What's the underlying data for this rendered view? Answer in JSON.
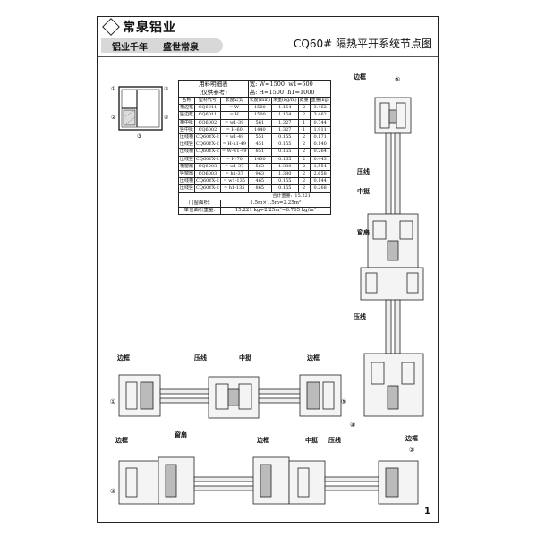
{
  "header": {
    "company": "常泉铝业",
    "slogan_left": "铝业千年",
    "slogan_right": "盛世常泉",
    "title": "CQ60# 隔热平开系统节点图"
  },
  "bom": {
    "title": "用料明细表",
    "subtitle": "(仅供参考)",
    "params": {
      "W": "宽: W=1500",
      "w1": "w1=600",
      "H": "高: H=1500",
      "h1": "h1=1000"
    },
    "columns": [
      "名称",
      "型材代号",
      "长度公式",
      "长度(mm)",
      "米重(kg/m)",
      "数量",
      "重量(kg)"
    ],
    "rows": [
      [
        "横边框",
        "CQ6011",
        "= W",
        "1500",
        "1.154",
        "2",
        "3.462"
      ],
      [
        "竖边框",
        "CQ6011",
        "= H",
        "1500",
        "1.154",
        "2",
        "3.462"
      ],
      [
        "横中挺",
        "CQ6002",
        "= w1-39",
        "561",
        "1.327",
        "1",
        "0.744"
      ],
      [
        "竖中挺",
        "CQ6002",
        "= H-60",
        "1440",
        "1.327",
        "1",
        "1.911"
      ],
      [
        "压线横",
        "CQ60YX-2",
        "= w1-49",
        "551",
        "0.155",
        "2",
        "0.171"
      ],
      [
        "压线竖",
        "CQ60YX-2",
        "= H-h1-49",
        "451",
        "0.155",
        "2",
        "0.140"
      ],
      [
        "压线横",
        "CQ60YX-2",
        "= W-w1-49",
        "851",
        "0.155",
        "2",
        "0.264"
      ],
      [
        "压线竖",
        "CQ60YX-2",
        "= H-70",
        "1430",
        "0.155",
        "2",
        "0.443"
      ],
      [
        "横窗扇",
        "CQ6003",
        "= w1-37",
        "563",
        "1.380",
        "2",
        "1.554"
      ],
      [
        "竖窗扇",
        "CQ6003",
        "= h1-37",
        "963",
        "1.380",
        "2",
        "2.658"
      ],
      [
        "压线横",
        "CQ60YX-2",
        "= w1-135",
        "465",
        "0.155",
        "2",
        "0.144"
      ],
      [
        "压线竖",
        "CQ60YX-2",
        "= h1-135",
        "865",
        "0.155",
        "2",
        "0.268"
      ]
    ],
    "total_label": "合计重量:",
    "total_value": "15.221",
    "area_label": "门窗面积:",
    "area_value": "1.5m×1.5m=2.25m²",
    "unit_weight_label": "单位面积重量:",
    "unit_weight_value": "15.221 kg÷2.25m²=6.765 kg/m²"
  },
  "labels": {
    "biankuang": "边框",
    "yaxian": "压线",
    "zhongting": "中挺",
    "chuangshan": "窗扇"
  },
  "markers": [
    "①",
    "②",
    "③",
    "④",
    "⑤"
  ],
  "page_number": "1"
}
